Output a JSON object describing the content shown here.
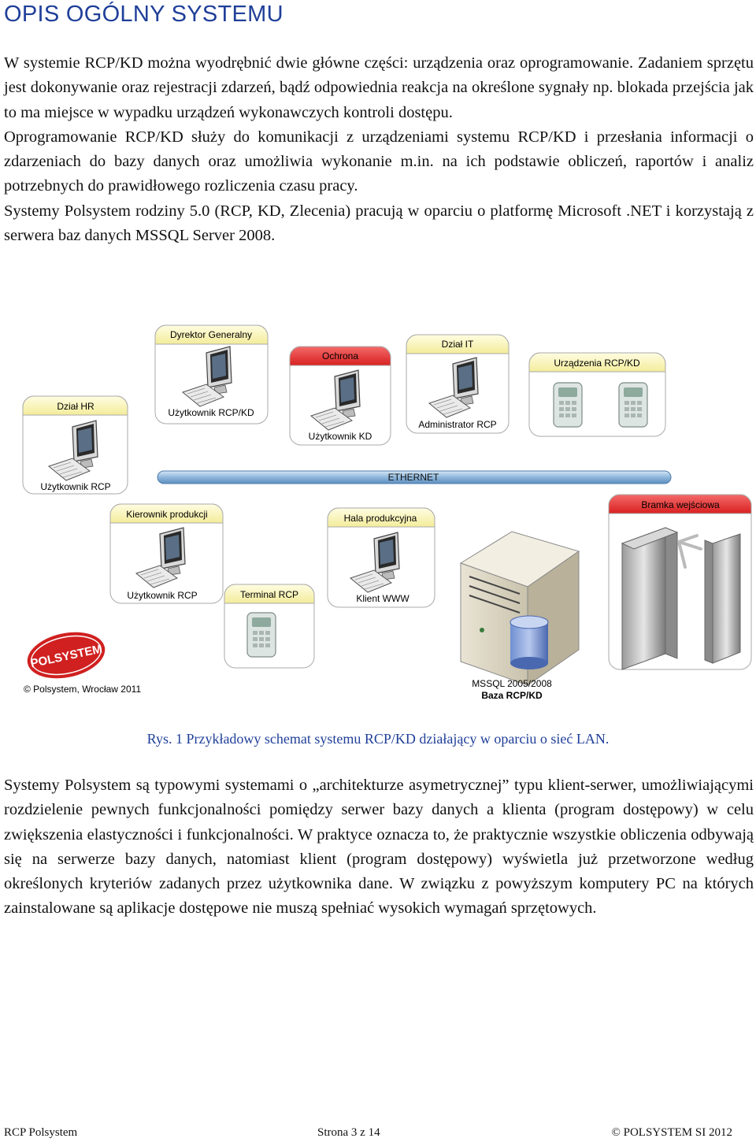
{
  "heading": "OPIS OGÓLNY SYSTEMU",
  "intro_paragraphs": [
    "W systemie RCP/KD można wyodrębnić dwie główne części: urządzenia oraz oprogramowanie. Zadaniem sprzętu jest dokonywanie oraz rejestracji zdarzeń, bądź odpowiednia reakcja na określone sygnały np. blokada przejścia jak to ma miejsce w wypadku urządzeń wykonawczych kontroli dostępu.",
    "Oprogramowanie RCP/KD służy do komunikacji z urządzeniami systemu RCP/KD i przesłania informacji o zdarzeniach do bazy danych oraz umożliwia wykonanie m.in. na ich podstawie obliczeń, raportów i analiz potrzebnych do prawidłowego rozliczenia czasu pracy.",
    "Systemy Polsystem rodziny 5.0 (RCP, KD, Zlecenia) pracują w oparciu o platformę Microsoft .NET i korzystają z serwera baz danych MSSQL Server 2008."
  ],
  "diagram": {
    "nodes": {
      "dyrektor": "Dyrektor Generalny",
      "ochrona": "Ochrona",
      "dzial_it": "Dział IT",
      "urzadzenia": "Urządzenia RCP/KD",
      "dzial_hr": "Dział HR",
      "kierownik": "Kierownik produkcji",
      "hala": "Hala produkcyjna",
      "bramka": "Bramka wejściowa",
      "terminal": "Terminal RCP"
    },
    "sublabels": {
      "uzytkownik_rcpkd": "Użytkownik RCP/KD",
      "uzytkownik_kd": "Użytkownik KD",
      "administrator": "Administrator RCP",
      "uzytkownik_rcp_hr": "Użytkownik RCP",
      "uzytkownik_rcp_kier": "Użytkownik RCP",
      "klient_www": "Klient WWW"
    },
    "ethernet": "ETHERNET",
    "logo": "POLSYSTEM",
    "copyright": "© Polsystem, Wrocław 2011",
    "server_line1": "MSSQL 2005/2008",
    "server_line2": "Baza RCP/KD"
  },
  "caption": "Rys. 1 Przykładowy schemat systemu RCP/KD działający w oparciu o sieć LAN.",
  "arch_paragraph": "Systemy Polsystem są typowymi systemami o „architekturze asymetrycznej” typu klient-serwer, umożliwiającymi rozdzielenie pewnych funkcjonalności pomiędzy serwer bazy danych a klienta (program dostępowy) w celu zwiększenia elastyczności i funkcjonalności. W praktyce oznacza to, że praktycznie wszystkie obliczenia odbywają się na serwerze bazy danych, natomiast klient (program dostępowy) wyświetla już przetworzone według określonych kryteriów zadanych przez użytkownika dane. W związku z powyższym komputery PC na których zainstalowane są aplikacje dostępowe nie muszą spełniać wysokich wymagań sprzętowych.",
  "footer": {
    "left": "RCP Polsystem",
    "center": "Strona 3 z 14",
    "right": "© POLSYSTEM SI 2012"
  },
  "colors": {
    "heading": "#1f3f99",
    "node_header_yellow": "#fbf7c4",
    "node_header_red": "#e43a3a",
    "ethernet_bar": "#8fb7db",
    "logo_red": "#d02020"
  }
}
